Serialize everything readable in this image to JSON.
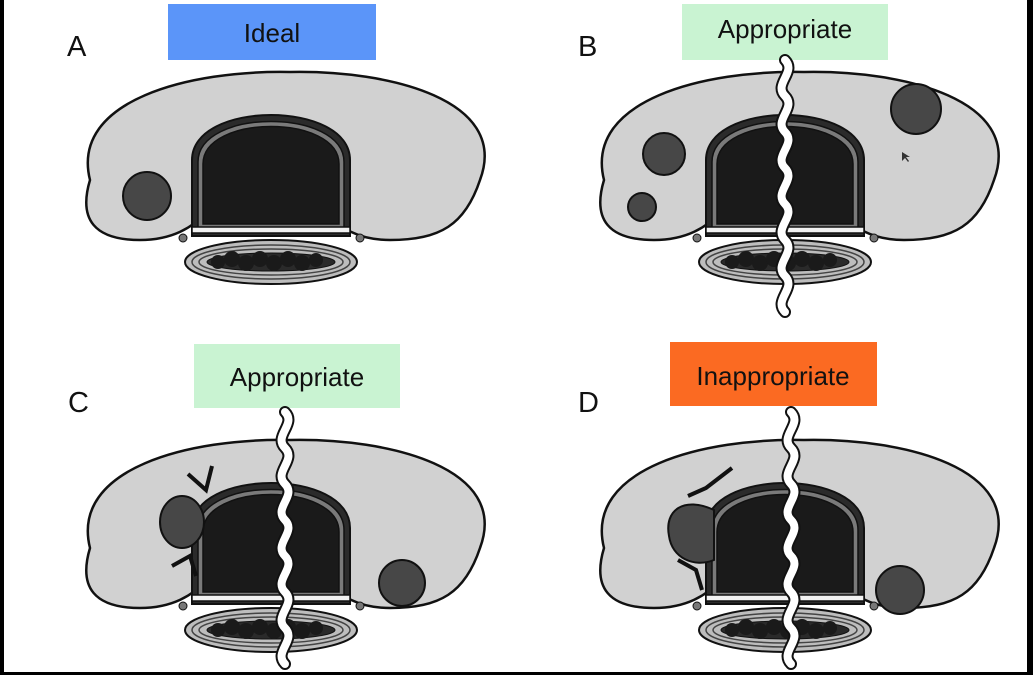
{
  "panels": [
    {
      "letter": "A",
      "label": "Ideal",
      "label_color": "#5b95f9",
      "split": false,
      "lesions": 1
    },
    {
      "letter": "B",
      "label": "Appropriate",
      "label_color": "#c9f3d2",
      "split": true,
      "lesions": 3
    },
    {
      "letter": "C",
      "label": "Appropriate",
      "label_color": "#c9f3d2",
      "split": true,
      "lesions": 2
    },
    {
      "letter": "D",
      "label": "Inappropriate",
      "label_color": "#fb6a22",
      "split": true,
      "lesions": 2
    }
  ],
  "colors": {
    "background": "#ffffff",
    "frame": "#000000",
    "tissue": "#d1d1d1",
    "lesion": "#474747",
    "dark_core": "#1a1a1a",
    "outline": "#111111"
  }
}
